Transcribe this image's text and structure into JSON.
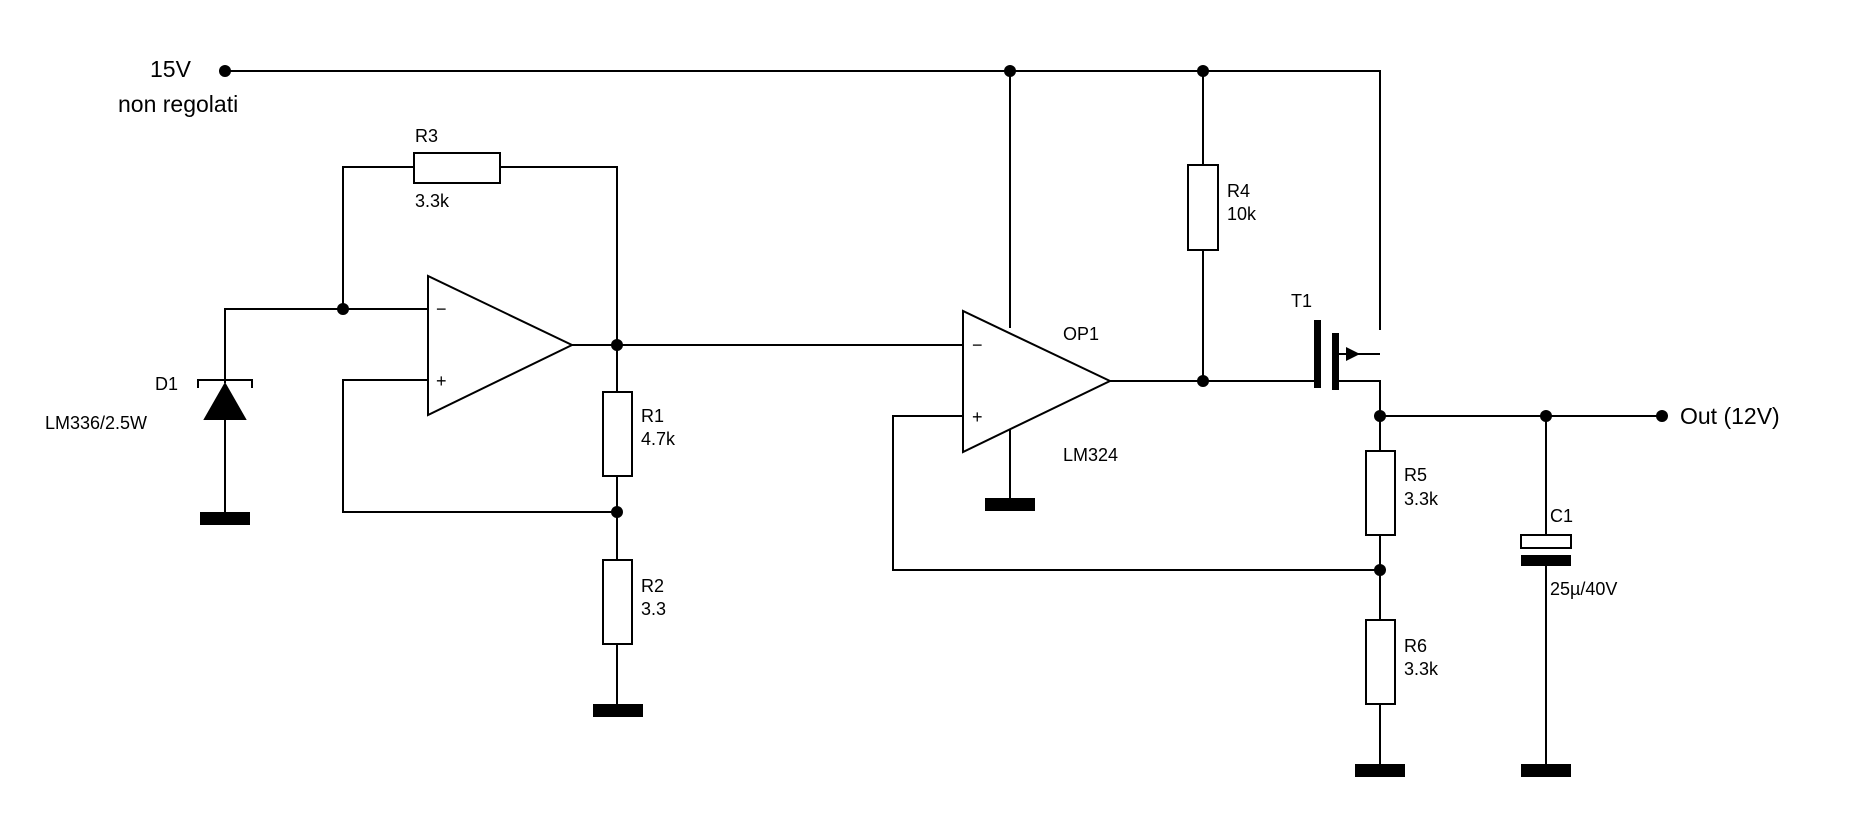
{
  "supply": {
    "voltage": "15V",
    "note": "non regolati"
  },
  "output": {
    "label": "Out (12V)"
  },
  "diode": {
    "ref": "D1",
    "value": "LM336/2.5W"
  },
  "opamp1": {
    "minus": "−",
    "plus": "+"
  },
  "opamp2": {
    "ref": "OP1",
    "value": "LM324",
    "minus": "−",
    "plus": "+"
  },
  "transistor": {
    "ref": "T1"
  },
  "resistors": {
    "r1": {
      "ref": "R1",
      "value": "4.7k"
    },
    "r2": {
      "ref": "R2",
      "value": "3.3"
    },
    "r3": {
      "ref": "R3",
      "value": "3.3k"
    },
    "r4": {
      "ref": "R4",
      "value": "10k"
    },
    "r5": {
      "ref": "R5",
      "value": "3.3k"
    },
    "r6": {
      "ref": "R6",
      "value": "3.3k"
    }
  },
  "capacitor": {
    "ref": "C1",
    "value": "25µ/40V"
  }
}
